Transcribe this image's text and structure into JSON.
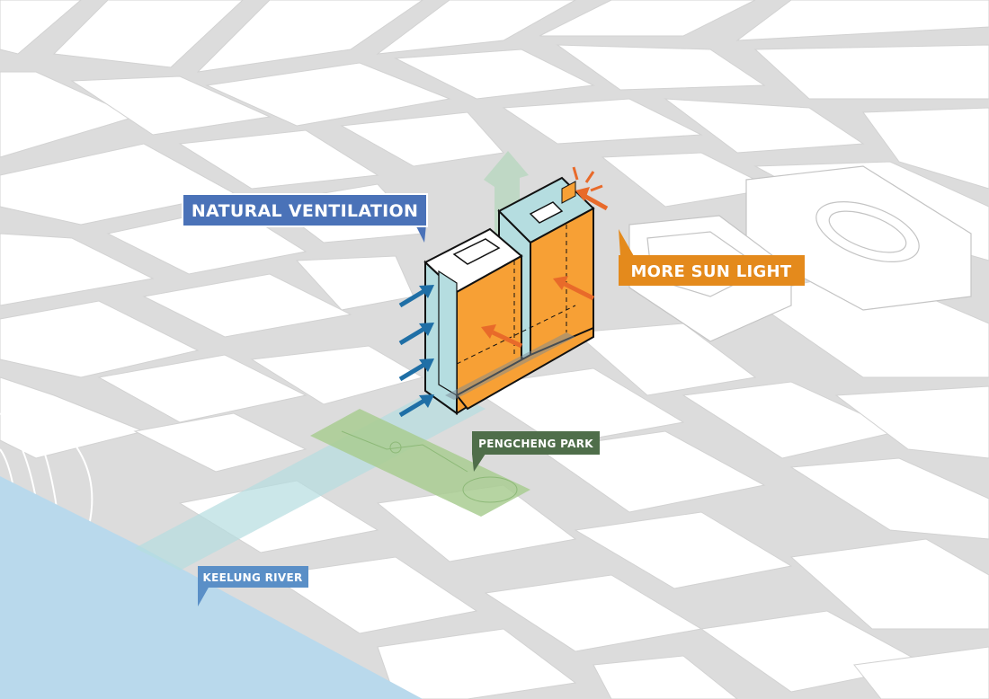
{
  "labels": {
    "natural_ventilation": "NATURAL VENTILATION",
    "more_sun_light": "MORE SUN LIGHT",
    "pengcheng_park": "PENGCHENG PARK",
    "keelung_river": "KEELUNG RIVER"
  },
  "colors": {
    "road": "#dcdcdc",
    "block": "#ffffff",
    "block_edge": "#c8c8c8",
    "river": "#b9d9ec",
    "park": "#a9cc92",
    "building_orange": "#f7a035",
    "building_blue": "#b5dde0",
    "ventilation_blue": "#1f6fa6",
    "sun_orange": "#e86a2a",
    "label_blue": "#4a72b8",
    "label_orange": "#e48a1c",
    "label_green": "#4f6e4a",
    "label_river": "#5a8fc7"
  }
}
